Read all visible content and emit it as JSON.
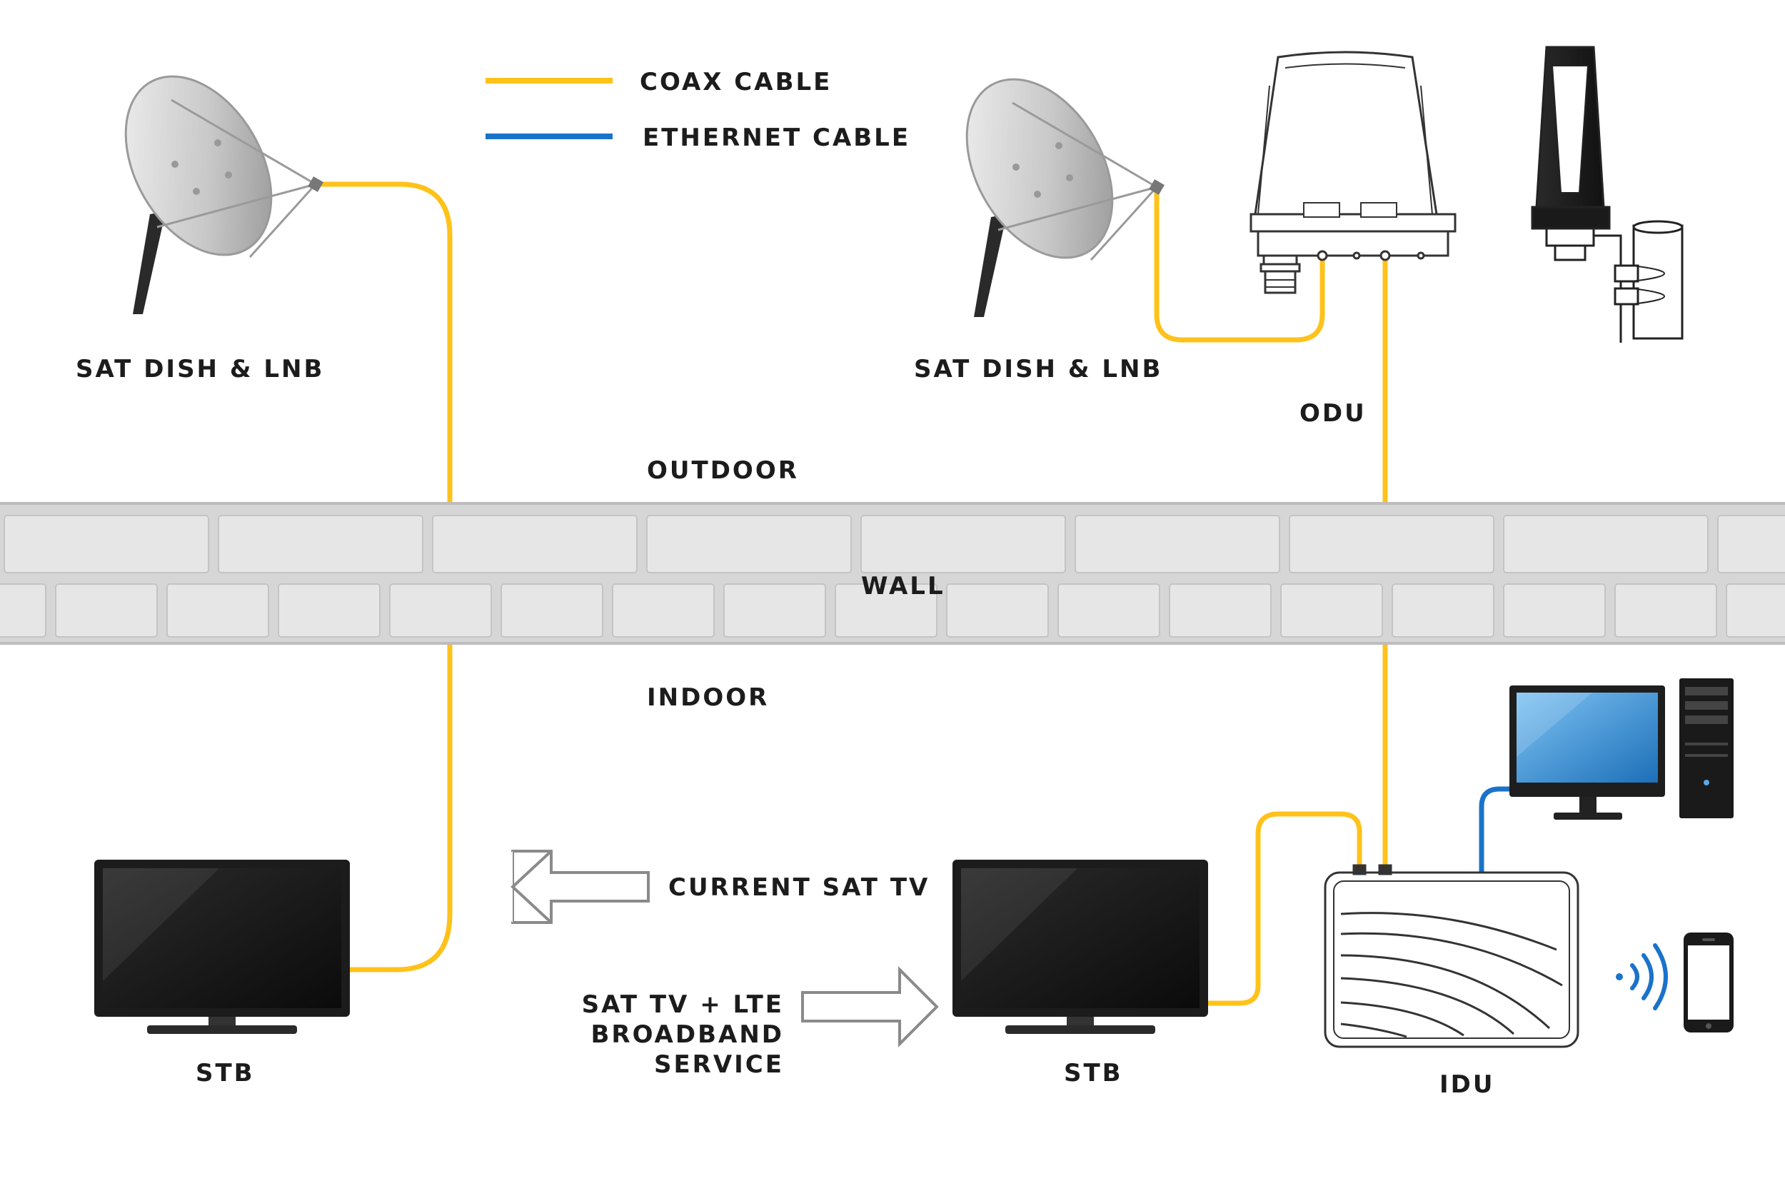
{
  "colors": {
    "coax": "#ffc21a",
    "ethernet": "#1a73c9",
    "wall": "#e6e6e6",
    "text": "#1c1c1c"
  },
  "legend": {
    "coax_label": "COAX CABLE",
    "ethernet_label": "ETHERNET CABLE"
  },
  "left": {
    "dish_label": "SAT DISH & LNB",
    "tv_label": "STB"
  },
  "right": {
    "dish_label": "SAT DISH & LNB",
    "odu_label": "ODU",
    "tv_label": "STB",
    "idu_label": "IDU"
  },
  "zones": {
    "outdoor": "OUTDOOR",
    "wall": "WALL",
    "indoor": "INDOOR"
  },
  "arrows": {
    "current": "CURRENT SAT TV",
    "new_line1": "SAT TV + LTE",
    "new_line2": "BROADBAND",
    "new_line3": "SERVICE"
  },
  "icons": [
    "satellite-dish-icon",
    "odu-unit-icon",
    "pole-mount-antenna-icon",
    "television-icon",
    "idu-router-icon",
    "desktop-computer-icon",
    "wifi-signal-icon",
    "smartphone-icon"
  ]
}
